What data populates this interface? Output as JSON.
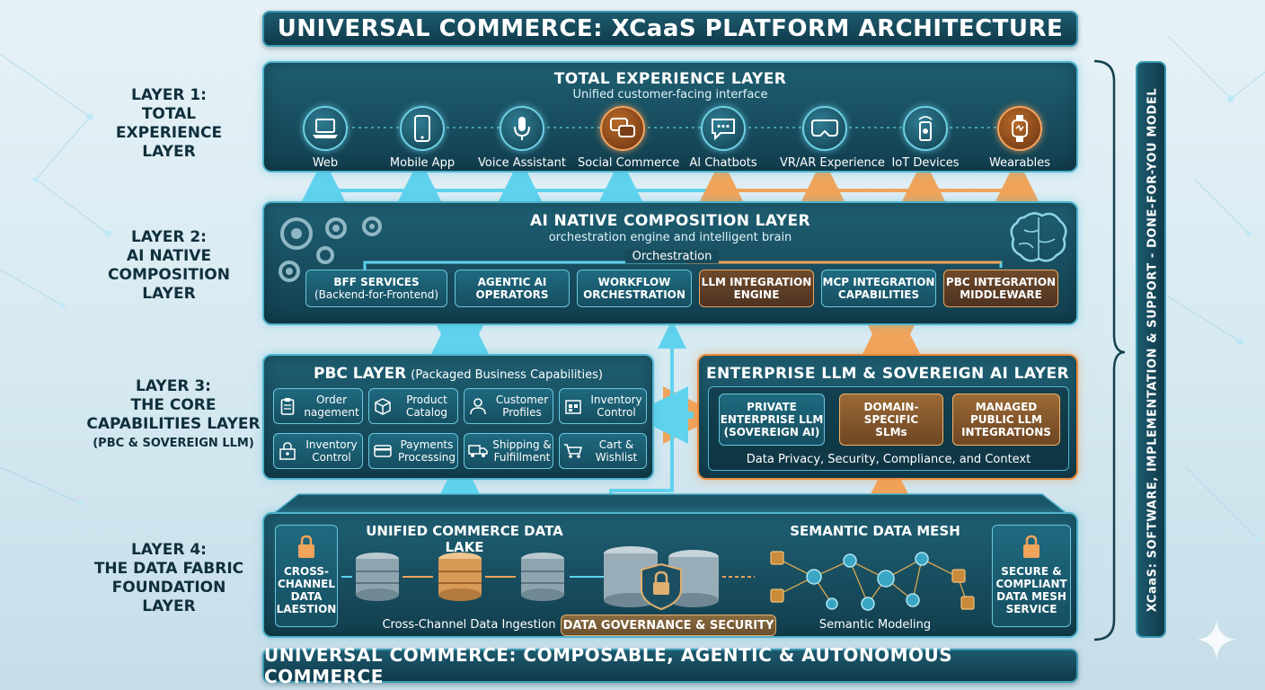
{
  "title": "UNIVERSAL COMMERCE: XCaaS PLATFORM ARCHITECTURE",
  "footer": "UNIVERSAL COMMERCE: COMPOSABLE, AGENTIC & AUTONOMOUS COMMERCE",
  "side_model": "XCaaS: SOFTWARE, IMPLEMENTATION & SUPPORT - DONE-FOR-YOU MODEL",
  "colors": {
    "teal_accent": "#4fb3cc",
    "orange_accent": "#e98a3b",
    "panel_dark": "#123f4f"
  },
  "layer_labels": [
    {
      "lines": [
        "LAYER 1:",
        "TOTAL",
        "EXPERIENCE",
        "LAYER"
      ]
    },
    {
      "lines": [
        "LAYER 2:",
        "AI NATIVE",
        "COMPOSITION",
        "LAYER"
      ]
    },
    {
      "lines": [
        "LAYER 3:",
        "THE CORE",
        "CAPABILITIES LAYER",
        "(PBC & SOVEREIGN LLM)"
      ]
    },
    {
      "lines": [
        "LAYER 4:",
        "THE DATA FABRIC",
        "FOUNDATION",
        "LAYER"
      ]
    }
  ],
  "layer1": {
    "title": "TOTAL EXPERIENCE LAYER",
    "subtitle": "Unified customer-facing interface",
    "channels": [
      {
        "label": "Web",
        "icon": "laptop-icon",
        "accent": "teal"
      },
      {
        "label": "Mobile App",
        "icon": "smartphone-icon",
        "accent": "teal"
      },
      {
        "label": "Voice Assistant",
        "icon": "microphone-icon",
        "accent": "teal"
      },
      {
        "label": "Social Commerce",
        "icon": "chat-bubbles-icon",
        "accent": "orange"
      },
      {
        "label": "AI Chatbots",
        "icon": "chatbot-icon",
        "accent": "teal"
      },
      {
        "label": "VR/AR Experience",
        "icon": "vr-headset-icon",
        "accent": "teal"
      },
      {
        "label": "IoT Devices",
        "icon": "iot-device-icon",
        "accent": "teal"
      },
      {
        "label": "Wearables",
        "icon": "smartwatch-icon",
        "accent": "orange"
      }
    ]
  },
  "layer2": {
    "title": "AI NATIVE COMPOSITION LAYER",
    "subtitle": "orchestration engine and intelligent brain",
    "orchestration_label": "Orchestration",
    "components": [
      {
        "lines": [
          "BFF SERVICES",
          "(Backend-for-Frontend)"
        ],
        "accent": "teal"
      },
      {
        "lines": [
          "AGENTIC AI",
          "OPERATORS"
        ],
        "accent": "teal"
      },
      {
        "lines": [
          "WORKFLOW",
          "ORCHESTRATION"
        ],
        "accent": "teal"
      },
      {
        "lines": [
          "LLM INTEGRATION",
          "ENGINE"
        ],
        "accent": "orange"
      },
      {
        "lines": [
          "MCP INTEGRATION",
          "CAPABILITIES"
        ],
        "accent": "teal"
      },
      {
        "lines": [
          "PBC INTEGRATION",
          "MIDDLEWARE"
        ],
        "accent": "orange"
      }
    ]
  },
  "pbc_layer": {
    "title": "PBC LAYER",
    "title_paren": "(Packaged Business Capabilities)",
    "items": [
      {
        "lines": [
          "Order",
          "nagement"
        ],
        "icon": "clipboard-icon"
      },
      {
        "lines": [
          "Product",
          "Catalog"
        ],
        "icon": "box-icon"
      },
      {
        "lines": [
          "Customer",
          "Profiles"
        ],
        "icon": "user-icon"
      },
      {
        "lines": [
          "Inventory",
          "Control"
        ],
        "icon": "inventory-icon"
      },
      {
        "lines": [
          "Inventory",
          "Control"
        ],
        "icon": "lock-box-icon"
      },
      {
        "lines": [
          "Payments",
          "Processing"
        ],
        "icon": "card-icon"
      },
      {
        "lines": [
          "Shipping &",
          "Fulfillment"
        ],
        "icon": "truck-icon"
      },
      {
        "lines": [
          "Cart &",
          "Wishlist"
        ],
        "icon": "cart-icon"
      }
    ]
  },
  "llm_layer": {
    "title": "ENTERPRISE LLM & SOVEREIGN AI LAYER",
    "items": [
      {
        "lines": [
          "PRIVATE",
          "ENTERPRISE LLM",
          "(SOVEREIGN AI)"
        ],
        "accent": "teal"
      },
      {
        "lines": [
          "DOMAIN-",
          "SPECIFIC",
          "SLMs"
        ],
        "accent": "tan"
      },
      {
        "lines": [
          "MANAGED",
          "PUBLIC LLM",
          "INTEGRATIONS"
        ],
        "accent": "tan"
      }
    ],
    "footer": "Data Privacy, Security, Compliance, and Context"
  },
  "layer4": {
    "left_box": [
      "CROSS-",
      "CHANNEL",
      "DATA",
      "LAESTION"
    ],
    "lake_title": "UNIFIED COMMERCE DATA LAKE",
    "ingestion_label": "Cross-Channel Data Ingestion",
    "governance_label": "DATA GOVERNANCE & SECURITY",
    "mesh_title": "SEMANTIC DATA MESH",
    "modeling_label": "Semantic Modeling",
    "right_box": [
      "SECURE &",
      "COMPLIANT",
      "DATA MESH",
      "SERVICE"
    ]
  }
}
